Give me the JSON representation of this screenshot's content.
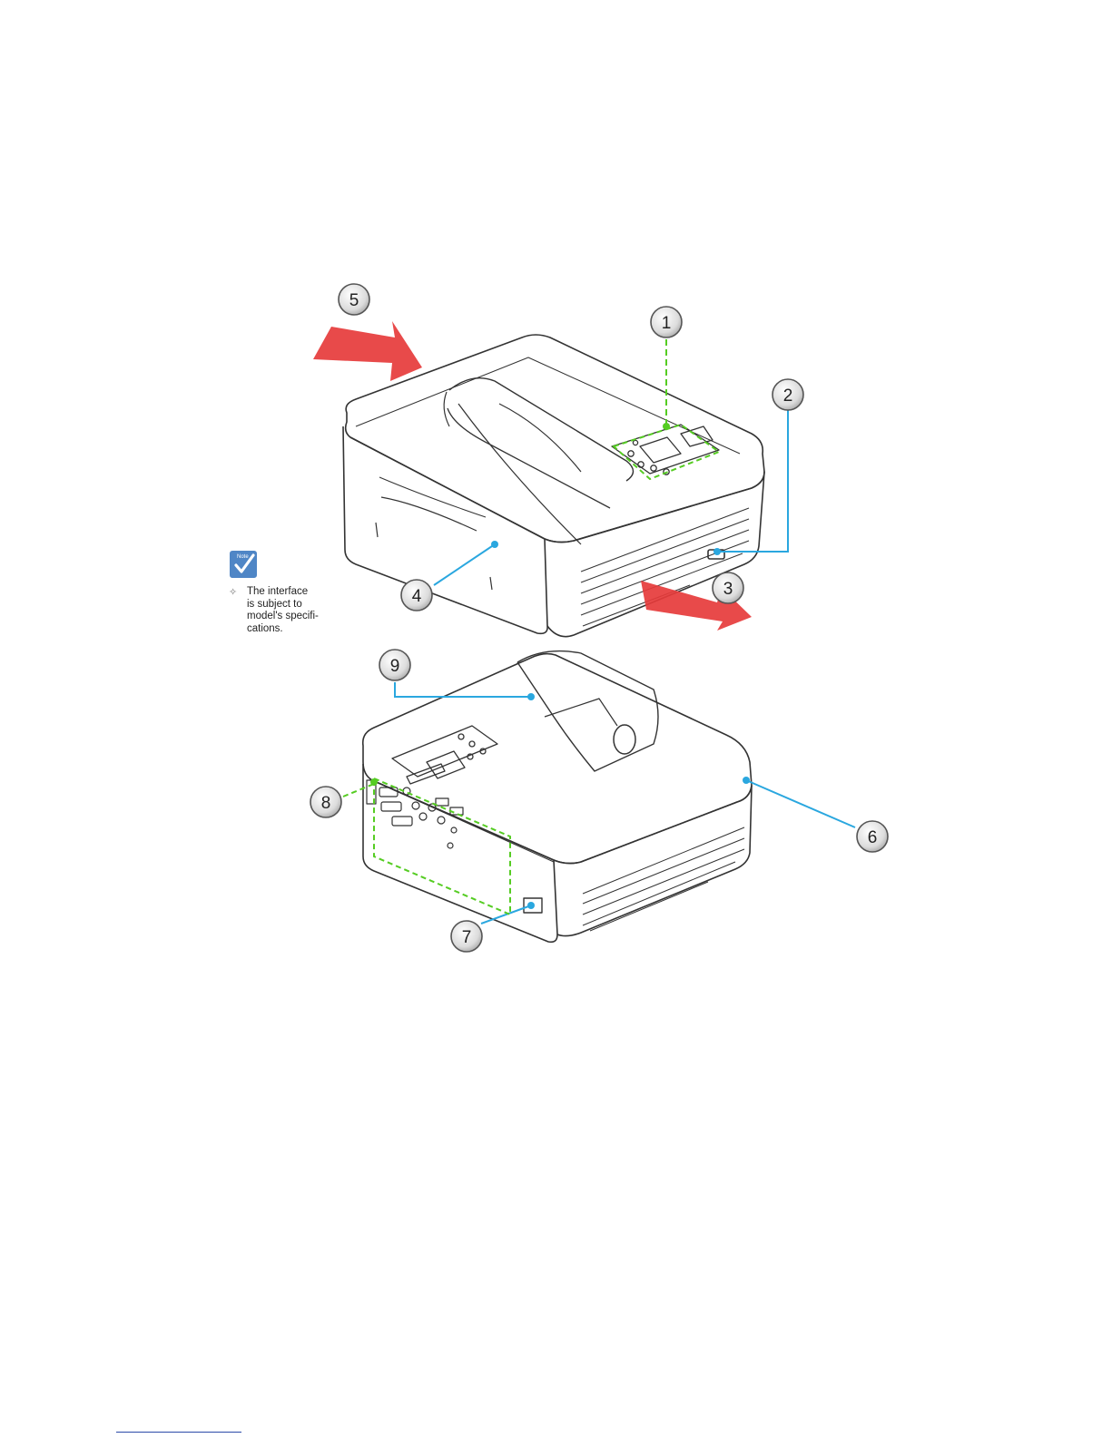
{
  "colors": {
    "arrow_red": "#e63b3b",
    "leader_green": "#55cc22",
    "leader_blue": "#2aa7df",
    "note_blue": "#4f86c6",
    "outline": "#333333"
  },
  "callouts": [
    {
      "id": 1,
      "label": "1"
    },
    {
      "id": 2,
      "label": "2"
    },
    {
      "id": 3,
      "label": "3"
    },
    {
      "id": 4,
      "label": "4"
    },
    {
      "id": 5,
      "label": "5"
    },
    {
      "id": 6,
      "label": "6"
    },
    {
      "id": 7,
      "label": "7"
    },
    {
      "id": 8,
      "label": "8"
    },
    {
      "id": 9,
      "label": "9"
    }
  ],
  "note": {
    "badge_label": "Note",
    "icon": "checkmark-note-icon",
    "text_lines": [
      "The interface",
      "is subject to",
      "model's specifi-",
      "cations."
    ]
  }
}
